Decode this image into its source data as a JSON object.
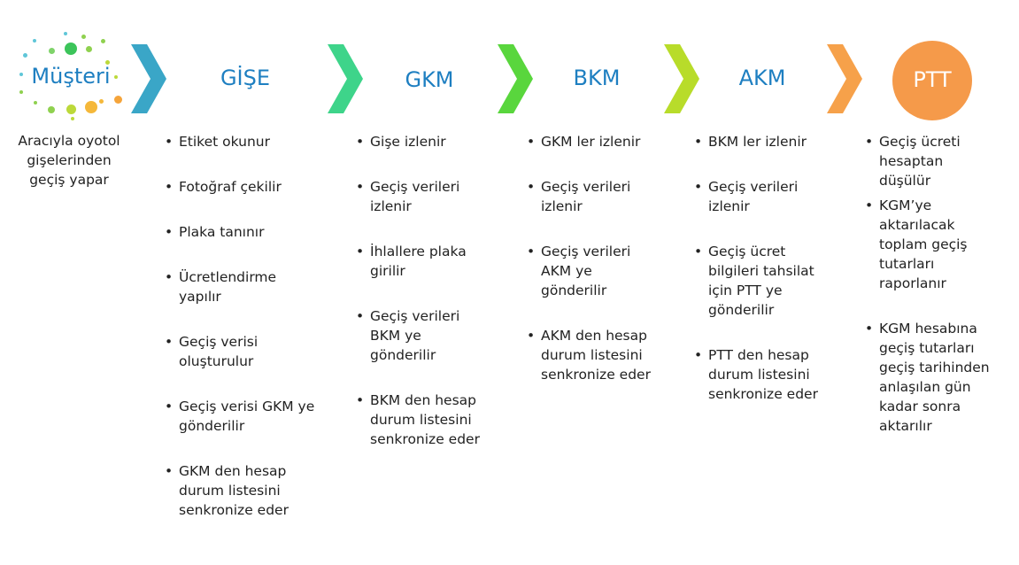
{
  "colors": {
    "title_blue": "#1e7fc1",
    "chevron1": "#3aa6c7",
    "chevron2": "#3ed48a",
    "chevron3": "#59d63d",
    "chevron4": "#b8dc2a",
    "chevron5": "#f6a14a",
    "ptt_circle": "#f59a4a"
  },
  "customer": {
    "title": "Müşteri",
    "description": "Aracıyla oyotol gişelerinden geçiş yapar"
  },
  "stages": [
    {
      "title": "GİŞE",
      "items": [
        "Etiket okunur",
        "Fotoğraf çekilir",
        "Plaka tanınır",
        "Ücretlendirme yapılır",
        "Geçiş verisi oluşturulur",
        "Geçiş verisi GKM ye gönderilir",
        "GKM den hesap durum listesini senkronize eder"
      ]
    },
    {
      "title": "GKM",
      "items": [
        "Gişe izlenir",
        "Geçiş verileri izlenir",
        "İhlallere plaka girilir",
        "Geçiş verileri BKM ye gönderilir",
        "BKM den hesap durum listesini senkronize eder"
      ]
    },
    {
      "title": "BKM",
      "items": [
        "GKM ler izlenir",
        "Geçiş verileri izlenir",
        "Geçiş verileri AKM ye gönderilir",
        "AKM den hesap durum listesini senkronize eder"
      ]
    },
    {
      "title": "AKM",
      "items": [
        "BKM ler izlenir",
        "Geçiş verileri izlenir",
        "Geçiş ücret bilgileri tahsilat için PTT ye gönderilir",
        "PTT den hesap durum listesini senkronize eder"
      ]
    },
    {
      "title": "PTT",
      "items": [
        "Geçiş ücreti hesaptan düşülür",
        "KGM’ye aktarılacak toplam geçiş tutarları raporlanır",
        "KGM hesabına geçiş tutarları geçiş tarihinden anlaşılan gün kadar sonra aktarılır"
      ]
    }
  ]
}
